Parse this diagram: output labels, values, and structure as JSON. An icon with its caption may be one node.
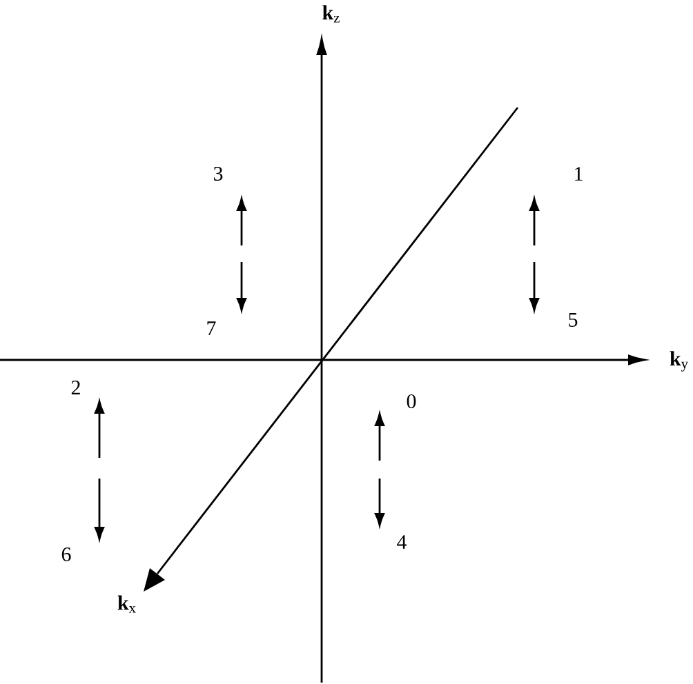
{
  "diagram": {
    "labels": [
      "**k**$_{z}$",
      "1",
      "3",
      "7",
      "5",
      "**k**$_{y}$",
      "2",
      "0",
      "6",
      "4",
      "**k**$_{x}$"
    ]
  }
}
